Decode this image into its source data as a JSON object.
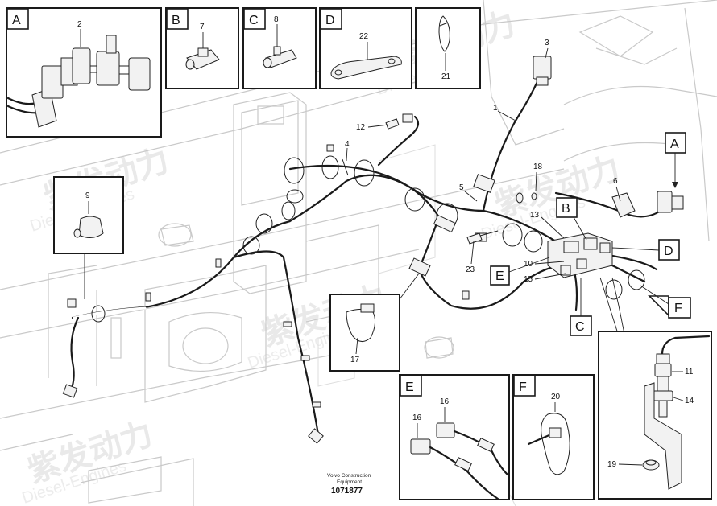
{
  "watermark": {
    "cn": "紫发动力",
    "en": "Diesel-Engines"
  },
  "footer": {
    "maker": "Volvo Construction",
    "maker2": "Equipment",
    "code": "1071877"
  },
  "insets": {
    "A": {
      "label": "A",
      "parts": [
        "2"
      ]
    },
    "B": {
      "label": "B",
      "parts": [
        "7"
      ]
    },
    "C": {
      "label": "C",
      "parts": [
        "8"
      ]
    },
    "D": {
      "label": "D",
      "parts": [
        "22"
      ]
    },
    "clip21": {
      "parts": [
        "21"
      ]
    },
    "detail9": {
      "parts": [
        "9"
      ]
    },
    "detail17": {
      "parts": [
        "17"
      ]
    },
    "E": {
      "label": "E",
      "parts": [
        "16",
        "16"
      ]
    },
    "F": {
      "label": "F",
      "parts": [
        "20"
      ]
    },
    "detail11": {
      "parts": [
        "11",
        "14",
        "19"
      ]
    }
  },
  "main": {
    "callouts": [
      "3",
      "1",
      "12",
      "4",
      "18",
      "5",
      "6",
      "13",
      "23",
      "10",
      "15"
    ],
    "tags": [
      "A",
      "B",
      "C",
      "D",
      "E",
      "F"
    ]
  }
}
